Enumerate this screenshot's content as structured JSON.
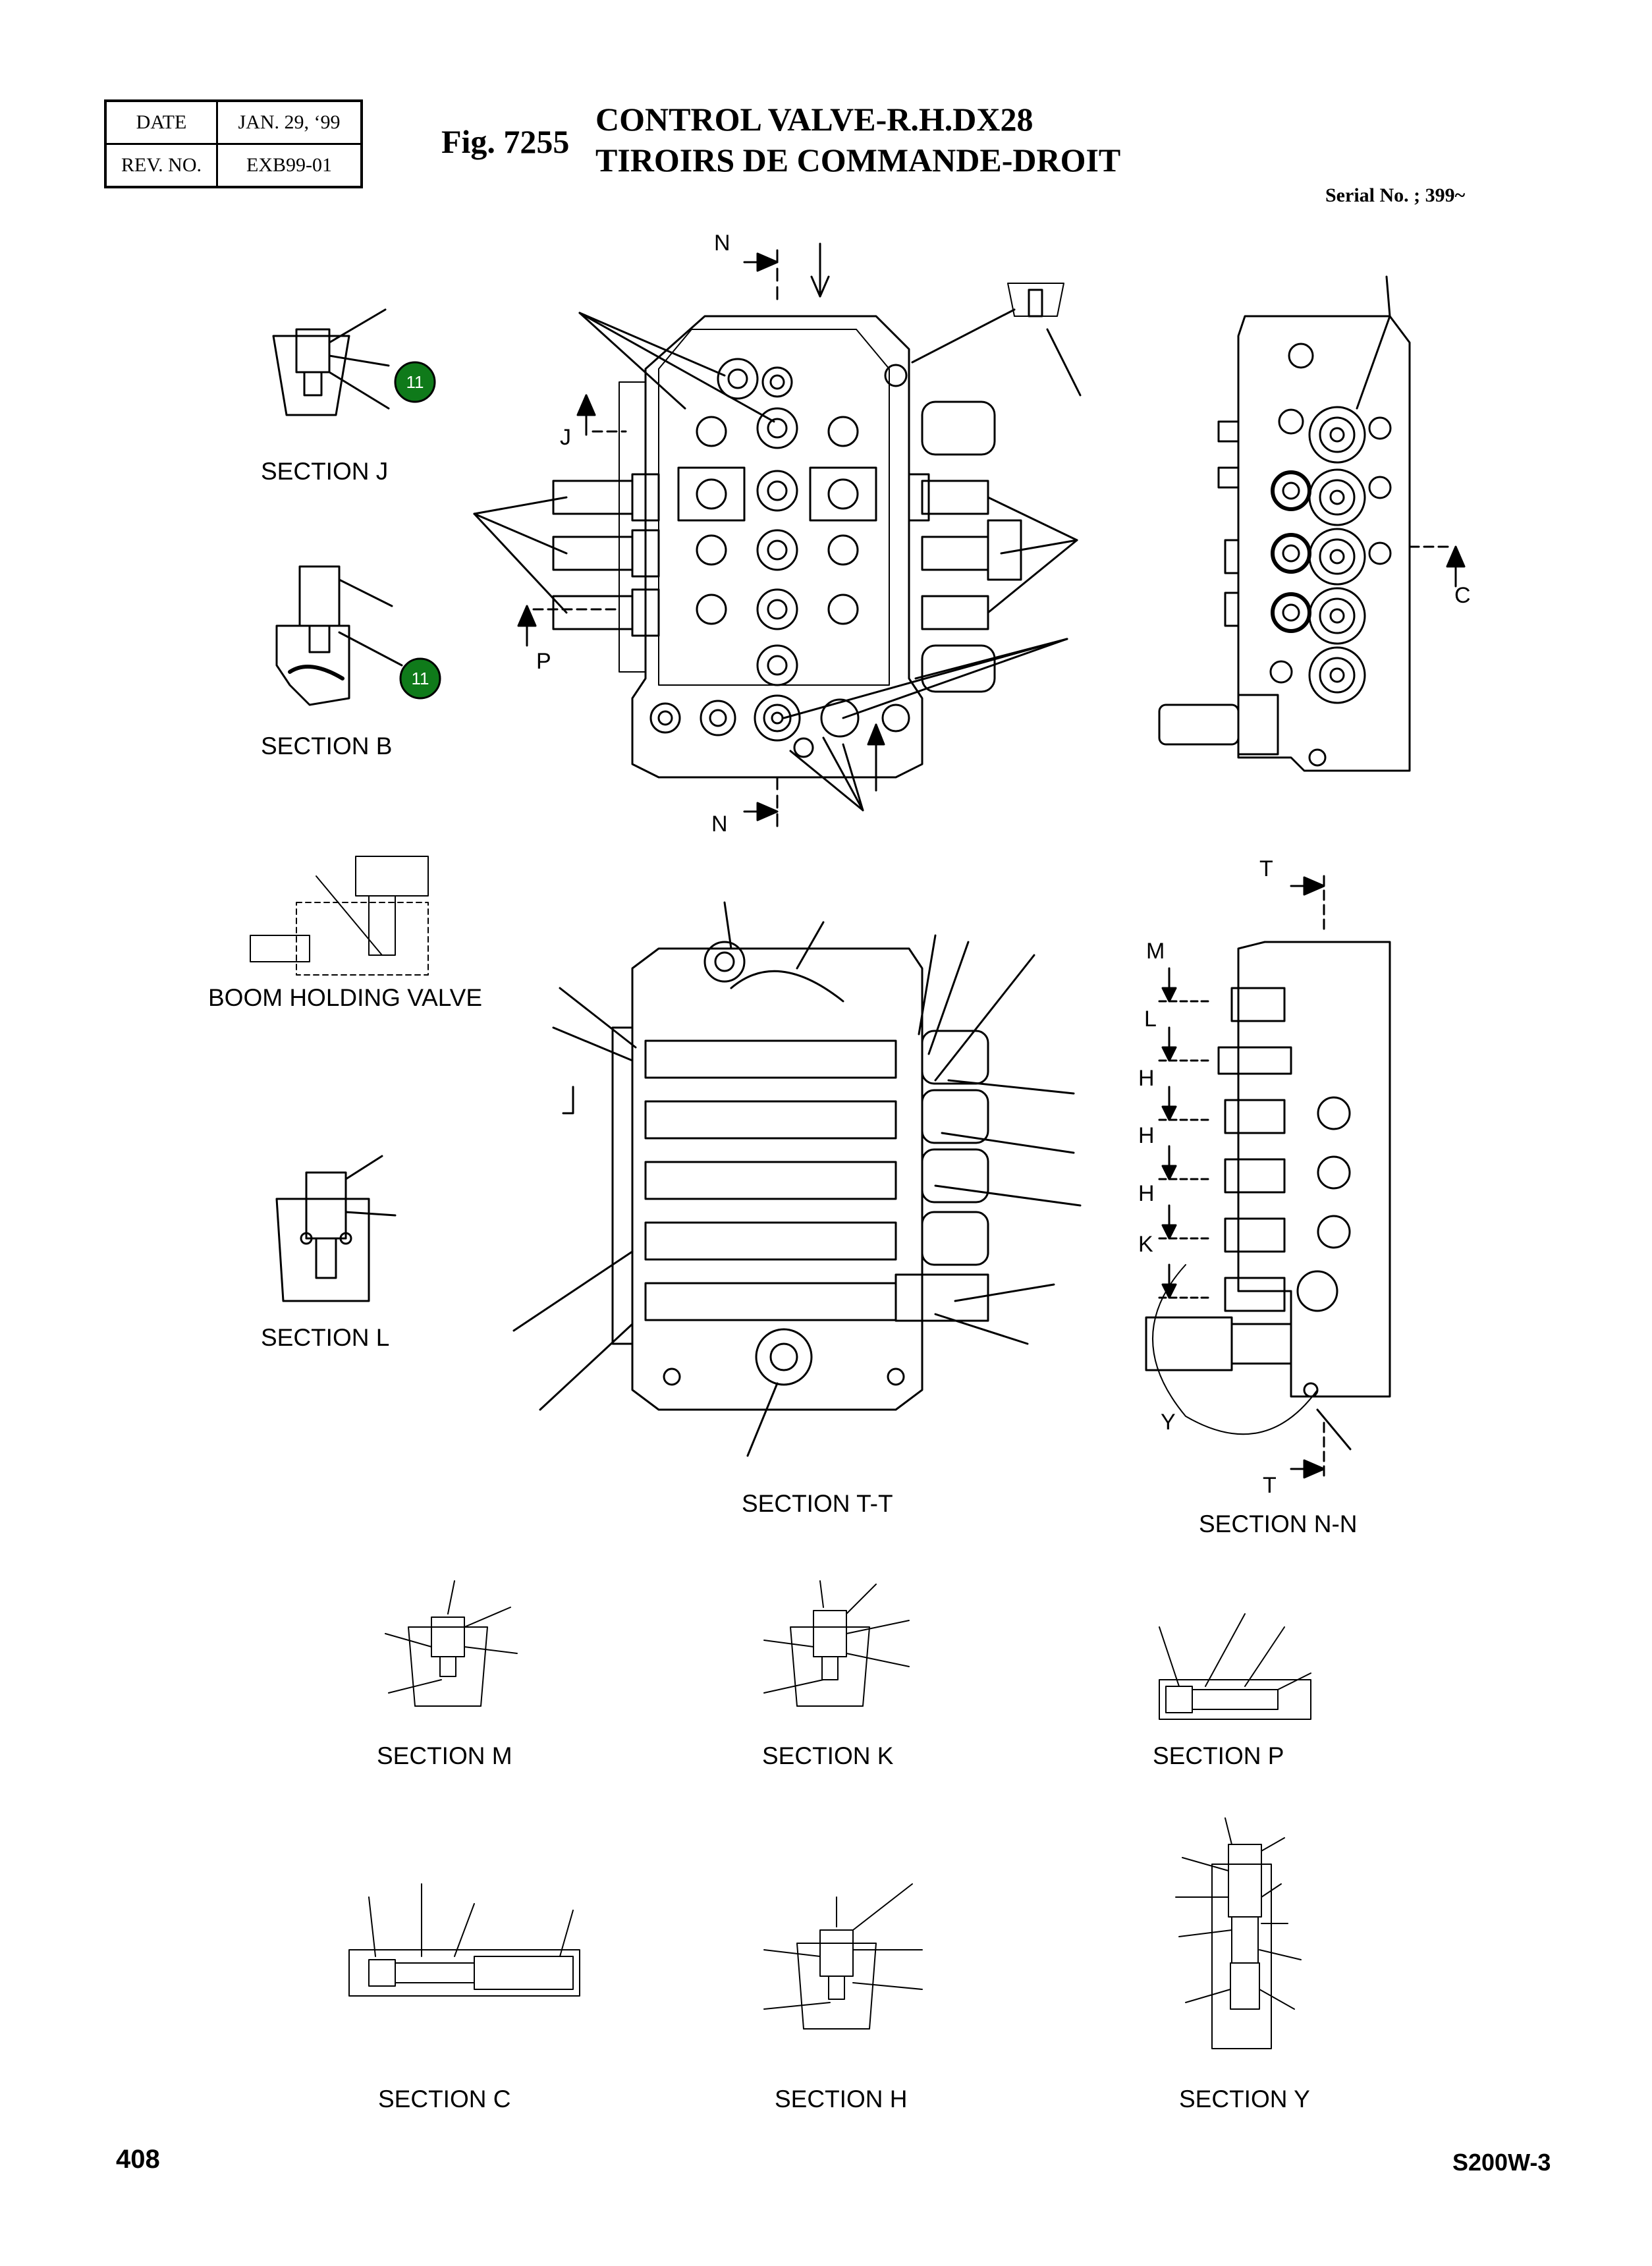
{
  "header": {
    "date_label": "DATE",
    "date_value": "JAN. 29, ‘99",
    "rev_label": "REV. NO.",
    "rev_value": "EXB99-01"
  },
  "figure": {
    "number": "Fig. 7255",
    "title_line1": "CONTROL VALVE-R.H.DX28",
    "title_line2": "TIROIRS DE COMMANDE-DROIT",
    "serial": "Serial No. ; 399~"
  },
  "badges": [
    "11",
    "11"
  ],
  "section_labels": {
    "j": "SECTION  J",
    "b": "SECTION  B",
    "boom": "BOOM HOLDING VALVE",
    "l": "SECTION  L",
    "tt": "SECTION  T-T",
    "nn": "SECTION  N-N",
    "m": "SECTION  M",
    "k": "SECTION  K",
    "p": "SECTION  P",
    "c": "SECTION  C",
    "h": "SECTION  H",
    "y": "SECTION  Y"
  },
  "callout_letters": {
    "n_top": "N",
    "n_bottom": "N",
    "j": "J",
    "p": "P",
    "c": "C",
    "t_top": "T",
    "t_bottom": "T",
    "m": "M",
    "l": "L",
    "h1": "H",
    "h2": "H",
    "h3": "H",
    "k": "K",
    "y": "Y"
  },
  "footer": {
    "page_number": "408",
    "model": "S200W-3"
  },
  "colors": {
    "badge_fill": "#0f7a1a",
    "badge_stroke": "#000000",
    "line": "#000000"
  }
}
